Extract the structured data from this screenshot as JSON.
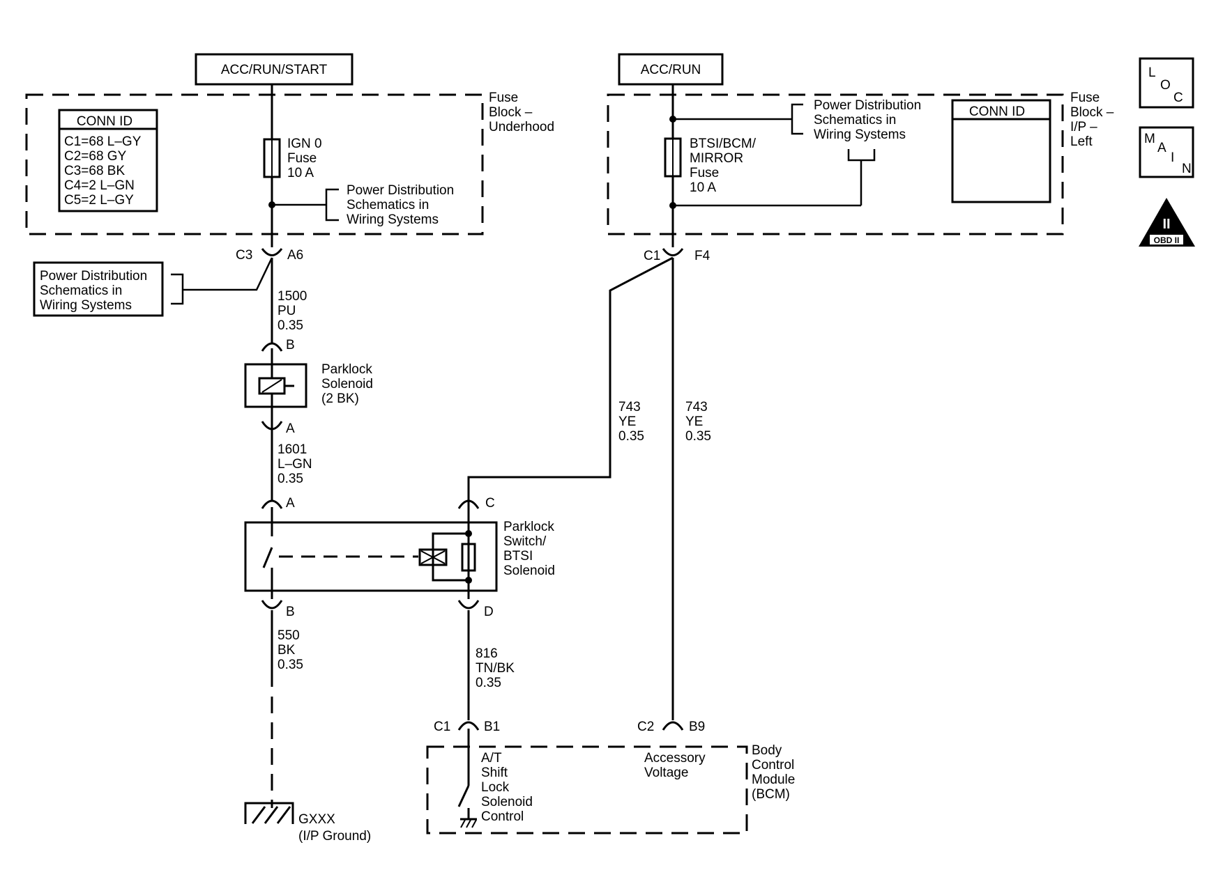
{
  "power": {
    "left": "ACC/RUN/START",
    "right": "ACC/RUN"
  },
  "fuse_block_uh": {
    "label": [
      "Fuse",
      "Block –",
      "Underhood"
    ],
    "conn_id_title": "CONN ID",
    "conn_ids": [
      "C1=68 L–GY",
      "C2=68 GY",
      "C3=68 BK",
      "C4=2 L–GN",
      "C5=2 L–GY"
    ],
    "fuse": [
      "IGN 0",
      "Fuse",
      "10 A"
    ],
    "pds": [
      "Power Distribution",
      "Schematics in",
      "Wiring Systems"
    ]
  },
  "fuse_block_ip": {
    "label": [
      "Fuse",
      "Block –",
      "I/P –",
      "Left"
    ],
    "conn_id_title": "CONN ID",
    "fuse": [
      "BTSI/BCM/",
      "MIRROR",
      "Fuse",
      "10 A"
    ],
    "pds": [
      "Power Distribution",
      "Schematics in",
      "Wiring Systems"
    ]
  },
  "side_pds": [
    "Power Distribution",
    "Schematics in",
    "Wiring Systems"
  ],
  "connectors": {
    "c3": "C3",
    "a6": "A6",
    "c1_top": "C1",
    "f4": "F4",
    "sol_b": "B",
    "sol_a": "A",
    "sw_a": "A",
    "sw_c": "C",
    "sw_b": "B",
    "sw_d": "D",
    "c1_bot": "C1",
    "b1": "B1",
    "c2": "C2",
    "b9": "B9"
  },
  "wires": {
    "w1500": [
      "1500",
      "PU",
      "0.35"
    ],
    "w1601": [
      "1601",
      "L–GN",
      "0.35"
    ],
    "w550": [
      "550",
      "BK",
      "0.35"
    ],
    "w816": [
      "816",
      "TN/BK",
      "0.35"
    ],
    "w743a": [
      "743",
      "YE",
      "0.35"
    ],
    "w743b": [
      "743",
      "YE",
      "0.35"
    ]
  },
  "components": {
    "parklock_solenoid": [
      "Parklock",
      "Solenoid",
      "(2 BK)"
    ],
    "parklock_switch": [
      "Parklock",
      "Switch/",
      "BTSI",
      "Solenoid"
    ],
    "ground": [
      "GXXX",
      "(I/P Ground)"
    ],
    "bcm": [
      "Body",
      "Control",
      "Module",
      "(BCM)"
    ],
    "shift_lock": [
      "A/T",
      "Shift",
      "Lock",
      "Solenoid",
      "Control"
    ],
    "acc_voltage": [
      "Accessory",
      "Voltage"
    ]
  },
  "icons": {
    "loc": [
      "L",
      "O",
      "C"
    ],
    "main": [
      "M",
      "A",
      "I",
      "N"
    ],
    "obd": [
      "II",
      "OBD II"
    ]
  }
}
